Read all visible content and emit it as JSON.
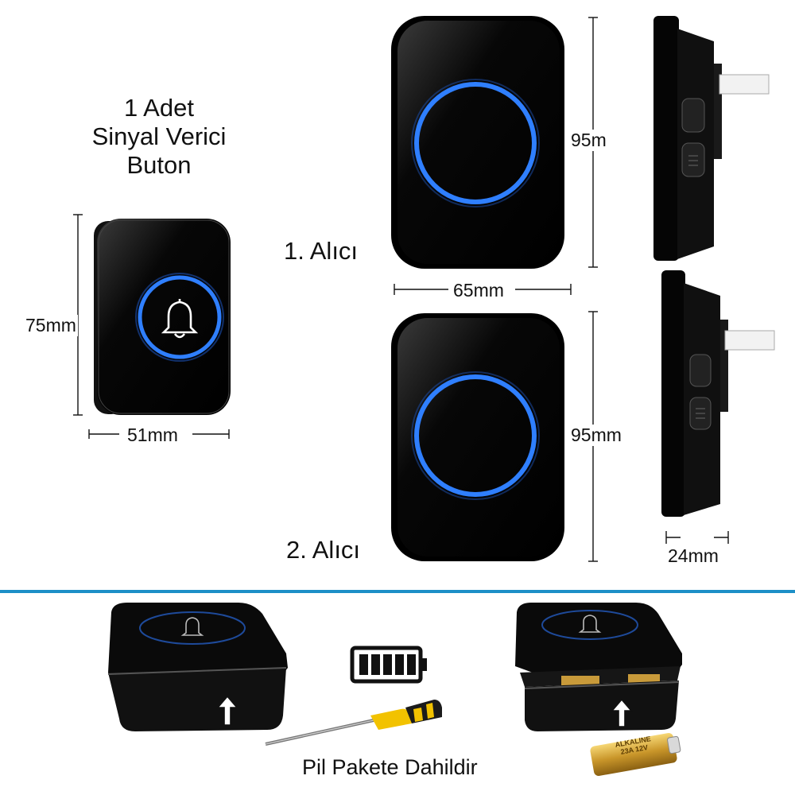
{
  "transmitter": {
    "title_line1": "1 Adet",
    "title_line2": "Sinyal Verici",
    "title_line3": "Buton",
    "height_label": "75mm",
    "width_label": "51mm"
  },
  "receiver1": {
    "label": "1. Alıcı",
    "height_label": "95m",
    "width_label": "65mm"
  },
  "receiver2": {
    "label": "2. Alıcı",
    "height_label": "95mm",
    "depth_label": "24mm"
  },
  "battery_section": {
    "caption": "Pil Pakete Dahildir",
    "battery_brand": "ALKALINE",
    "battery_model": "23A 12V"
  },
  "colors": {
    "divider": "#1d8fc7",
    "ring_blue": "#2f7fff",
    "device_black": "#050505"
  },
  "icons": [
    "bell-icon",
    "battery-full-icon",
    "screwdriver-icon",
    "arrow-up-icon"
  ]
}
